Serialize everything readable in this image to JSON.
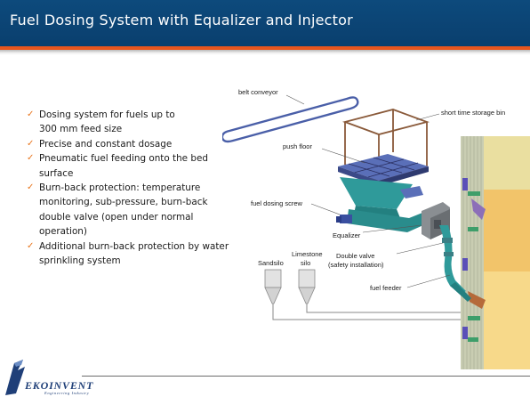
{
  "header": {
    "title": "Fuel Dosing System with Equalizer and Injector"
  },
  "bullets": [
    {
      "lines": [
        "Dosing system for fuels up to",
        "300 mm feed size"
      ]
    },
    {
      "lines": [
        "Precise and constant dosage"
      ]
    },
    {
      "lines": [
        "Pneumatic fuel feeding onto the bed",
        "surface"
      ]
    },
    {
      "lines": [
        "Burn-back protection: temperature",
        "monitoring, sub-pressure, burn-back",
        "double valve (open under normal",
        "operation)"
      ]
    },
    {
      "lines": [
        "Additional burn-back protection by water",
        "sprinkling system"
      ]
    }
  ],
  "diagram": {
    "labels": {
      "belt_conveyor": "belt conveyor",
      "storage_bin": "short time storage bin",
      "push_floor": "push floor",
      "dosing_screw": "fuel dosing screw",
      "equalizer": "Equalizer",
      "double_valve_1": "Double valve",
      "double_valve_2": "(safety installation)",
      "sandsilo": "Sandsilo",
      "limestone_1": "Limestone",
      "limestone_2": "silo",
      "fuel_feeder": "fuel feeder"
    },
    "colors": {
      "equipment": "#2f9a9a",
      "bin_frame": "#8a5a3a",
      "conveyor": "#4a5fa8",
      "furnace_wall": "#f0c060"
    }
  },
  "logo": {
    "name": "EKOINVENT",
    "tagline": "Engineering  Industry"
  },
  "colors": {
    "header_bg": "#0d4a7c",
    "accent": "#e8561e",
    "check": "#e8761e"
  }
}
